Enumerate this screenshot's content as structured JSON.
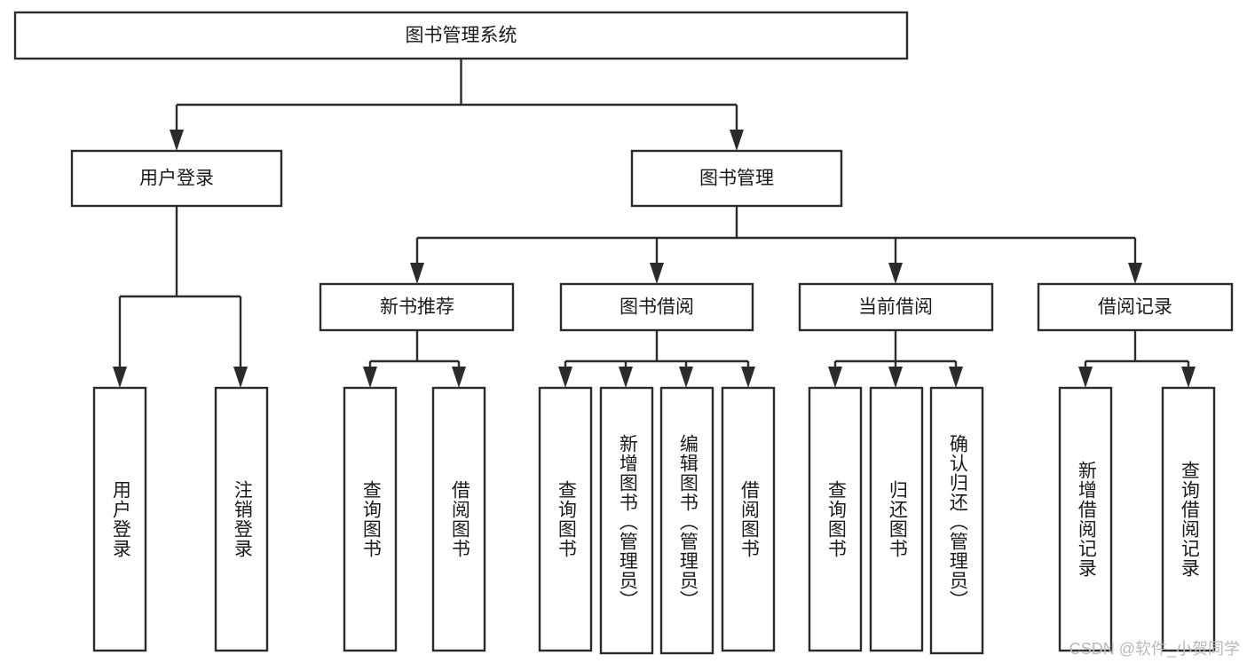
{
  "diagram": {
    "title_node": {
      "label": "图书管理系统"
    },
    "level2": [
      {
        "id": "user-login",
        "label": "用户登录"
      },
      {
        "id": "book-management",
        "label": "图书管理"
      }
    ],
    "level3": [
      {
        "id": "new-book-recommend",
        "label": "新书推荐"
      },
      {
        "id": "book-borrow",
        "label": "图书借阅"
      },
      {
        "id": "current-borrow",
        "label": "当前借阅"
      },
      {
        "id": "borrow-record",
        "label": "借阅记录"
      }
    ],
    "leaves": {
      "user_login": [
        {
          "id": "leaf-user-login",
          "label": "用户登录"
        },
        {
          "id": "leaf-logout-login",
          "label": "注销登录"
        }
      ],
      "new_book_recommend": [
        {
          "id": "leaf-query-book-1",
          "label": "查询图书"
        },
        {
          "id": "leaf-borrow-book-1",
          "label": "借阅图书"
        }
      ],
      "book_borrow": [
        {
          "id": "leaf-query-book-2",
          "label": "查询图书"
        },
        {
          "id": "leaf-add-book",
          "label": "新增图书（管理员）"
        },
        {
          "id": "leaf-edit-book",
          "label": "编辑图书（管理员）"
        },
        {
          "id": "leaf-borrow-book-2",
          "label": "借阅图书"
        }
      ],
      "current_borrow": [
        {
          "id": "leaf-query-book-3",
          "label": "查询图书"
        },
        {
          "id": "leaf-return-book",
          "label": "归还图书"
        },
        {
          "id": "leaf-confirm-return",
          "label": "确认归还（管理员）"
        }
      ],
      "borrow_record": [
        {
          "id": "leaf-add-record",
          "label": "新增借阅记录"
        },
        {
          "id": "leaf-query-record",
          "label": "查询借阅记录"
        }
      ]
    },
    "colors": {
      "stroke": "#2b2b2b",
      "fill": "#ffffff",
      "text": "#1a1a1a",
      "watermark": "#b9b9b9"
    }
  },
  "watermark": {
    "text": "CSDN @软件_小贺同学"
  }
}
